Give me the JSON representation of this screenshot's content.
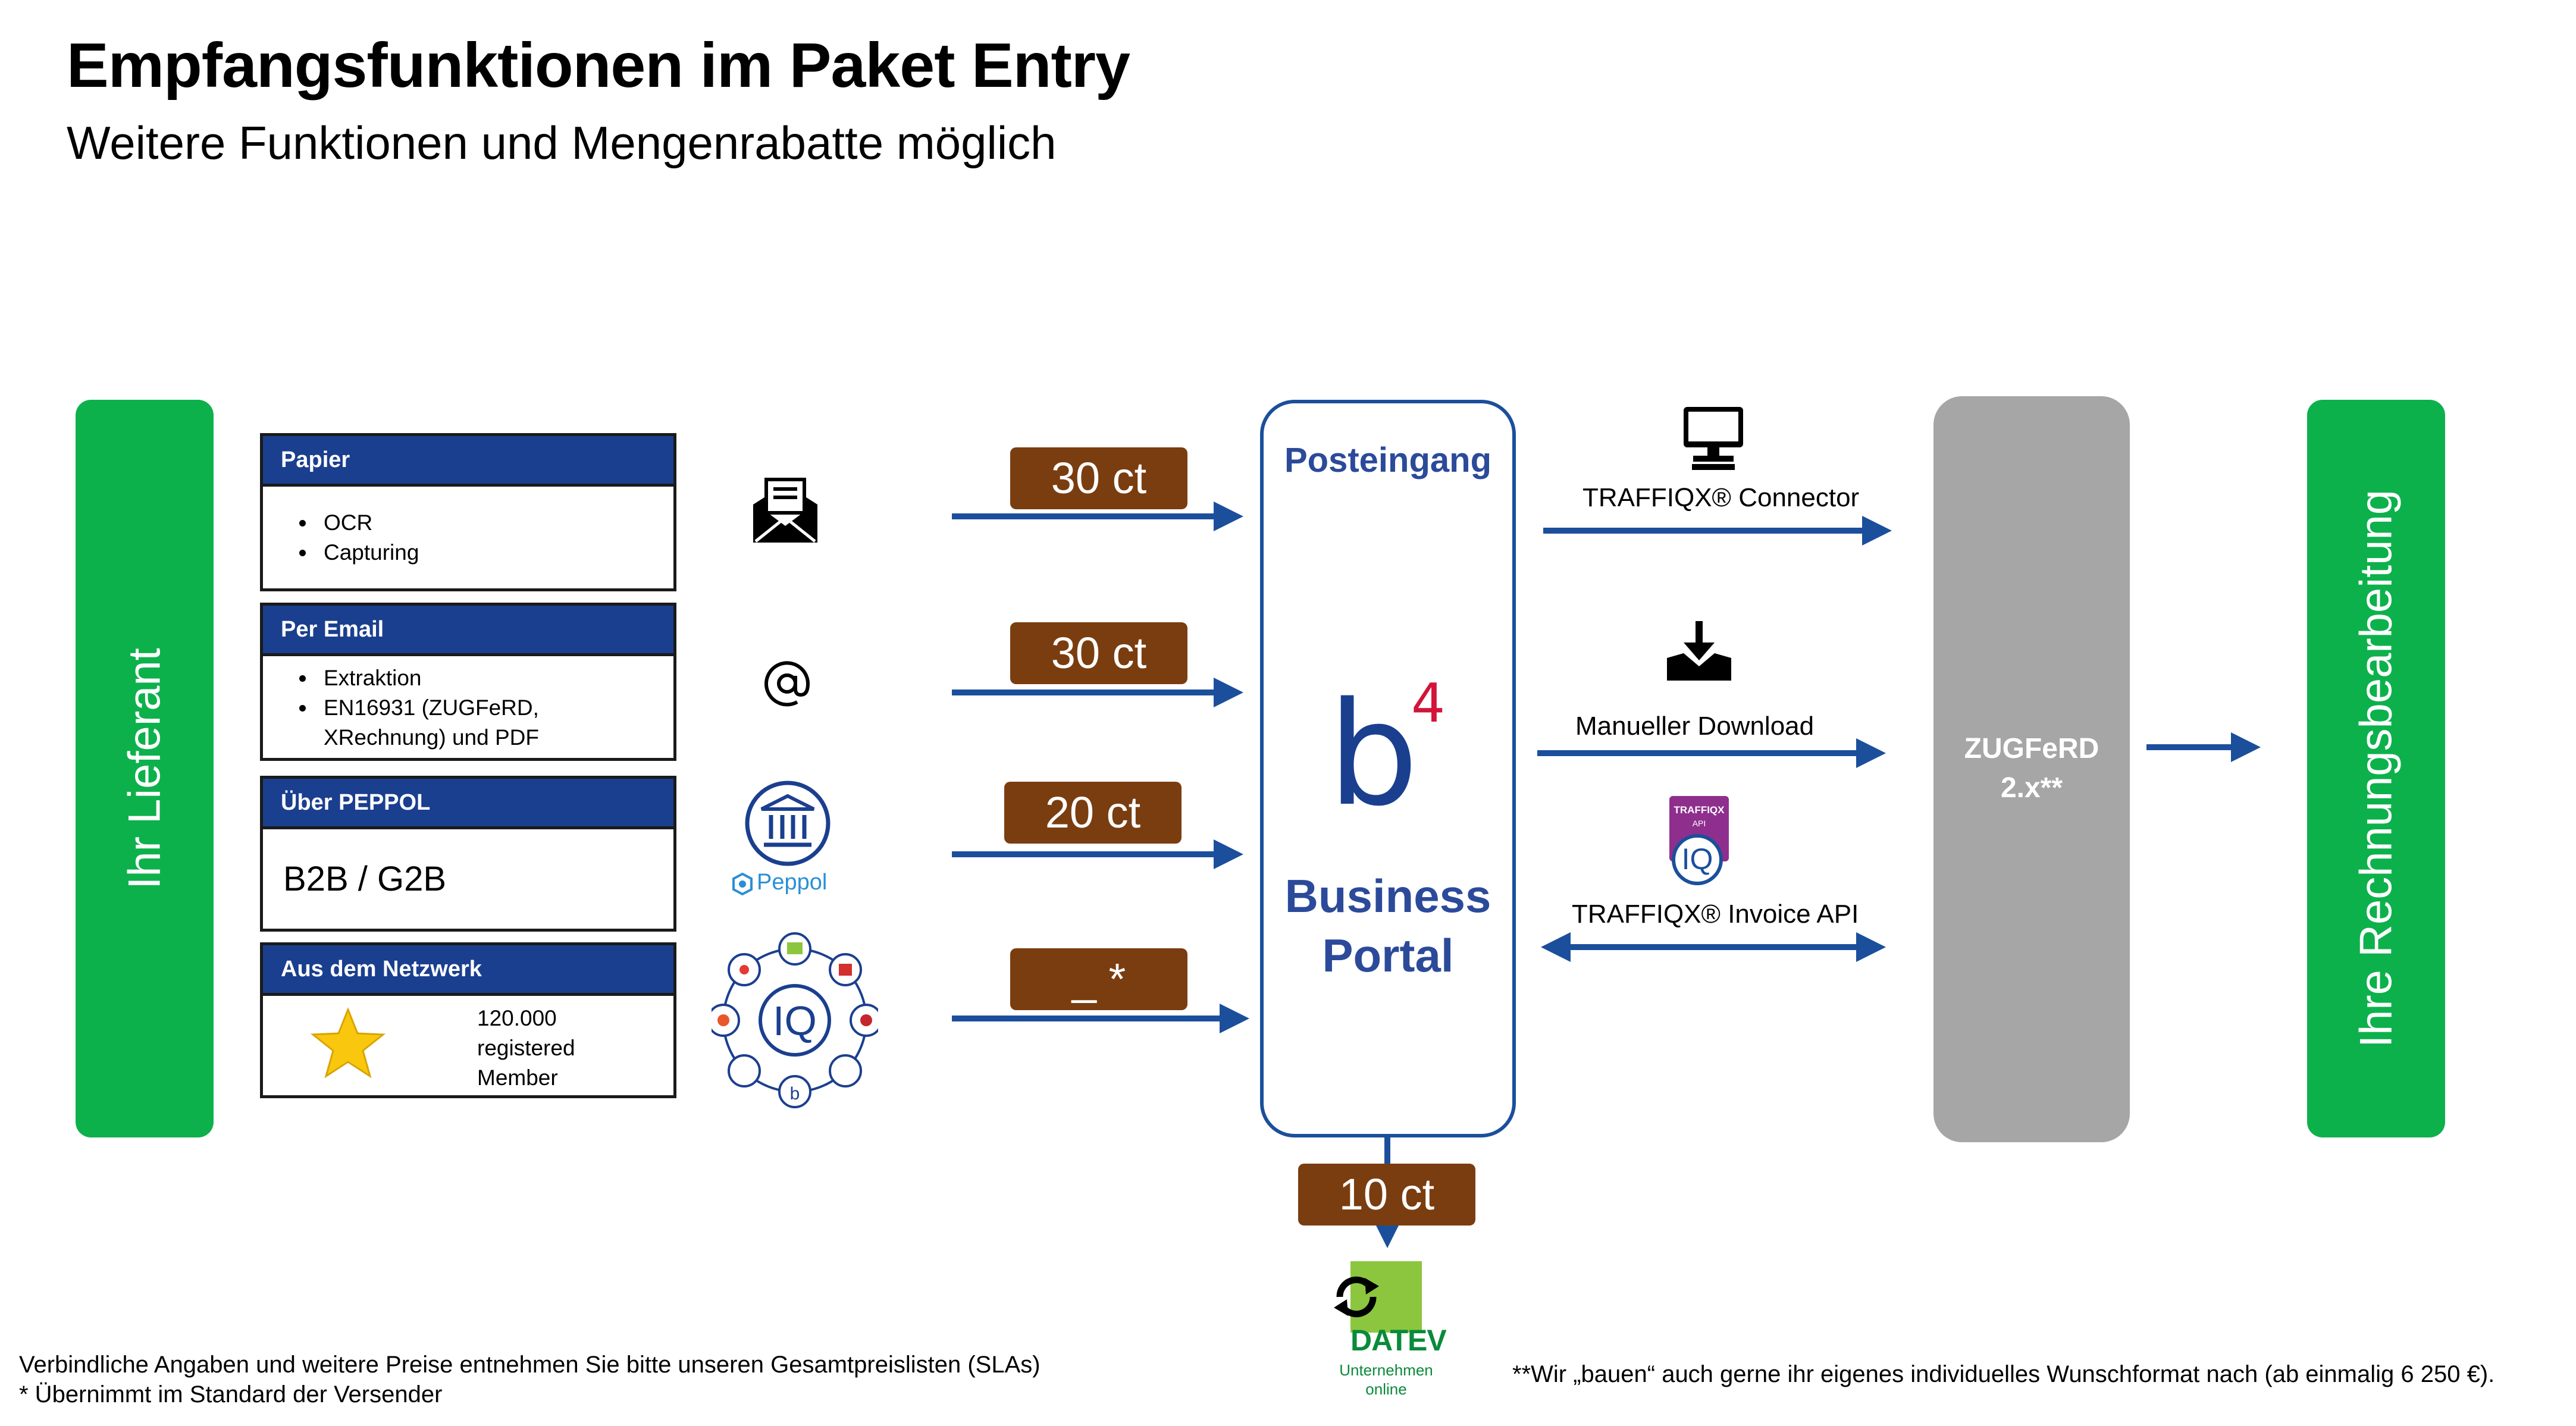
{
  "header": {
    "title": "Empfangsfunktionen im Paket Entry",
    "subtitle": "Weitere Funktionen und Mengenrabatte möglich"
  },
  "left_bar": {
    "label": "Ihr Lieferant"
  },
  "right_bar": {
    "label": "Ihre Rechnungsbearbeitung"
  },
  "channels": [
    {
      "title": "Papier",
      "items": [
        "OCR",
        "Capturing"
      ],
      "price": "30 ct",
      "icon": "envelope-icon"
    },
    {
      "title": "Per Email",
      "items": [
        "Extraktion",
        "EN16931 (ZUGFeRD, XRechnung) und PDF"
      ],
      "price": "30 ct",
      "icon": "at-sign-icon"
    },
    {
      "title": "Über PEPPOL",
      "text": "B2B / G2B",
      "price": "20 ct",
      "icon": "peppol-icon",
      "icon_label": "Peppol"
    },
    {
      "title": "Aus dem Netzwerk",
      "text": "120.000 registered Member",
      "price": "_ *",
      "icon": "network-iq-icon",
      "network_center": "IQ",
      "network_node": "b"
    }
  ],
  "portal": {
    "title": "Posteingang",
    "logo_letter": "b",
    "logo_superscript": "4",
    "name_line1": "Business",
    "name_line2": "Portal",
    "bottom_price": "10 ct"
  },
  "outputs": [
    {
      "label": "TRAFFIQX® Connector",
      "icon": "computer-icon"
    },
    {
      "label": "Manueller Download",
      "icon": "download-tray-icon"
    },
    {
      "label": "TRAFFIQX® Invoice API",
      "icon": "traffiqx-api-badge-icon",
      "badge_text": "TRAFFIQX",
      "badge_sub": "API",
      "badge_iq": "IQ"
    }
  ],
  "format_box": {
    "line1": "ZUGFeRD",
    "line2": "2.x**"
  },
  "datev": {
    "name": "DATEV",
    "line1": "Unternehmen",
    "line2": "online"
  },
  "footer": {
    "note1": "Verbindliche Angaben und weitere Preise entnehmen Sie bitte unseren Gesamtpreislisten (SLAs)",
    "note2": "* Übernimmt im Standard der Versender",
    "note3": "**Wir „bauen“ auch gerne ihr eigenes individuelles Wunschformat nach (ab einmalig 6 250 €)."
  },
  "colors": {
    "green": "#0db14b",
    "navy": "#1b3f8f",
    "brown": "#7a3d10",
    "arrow": "#1b4f9c",
    "grey": "#a6a6a6",
    "logo_red": "#d2143a"
  }
}
